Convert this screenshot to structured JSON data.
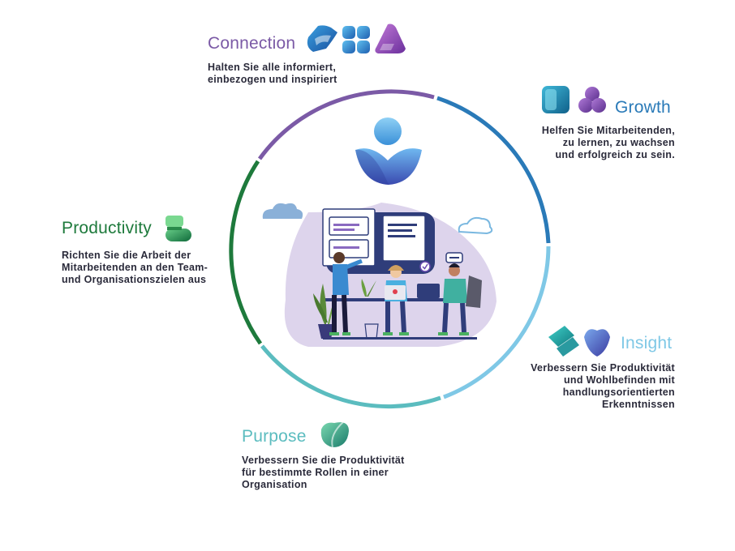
{
  "colors": {
    "connection": "#7b5aa6",
    "growth": "#2a7ab8",
    "insight": "#7fc8e6",
    "purpose": "#5bbcbf",
    "productivity": "#1e7a3c"
  },
  "pillars": {
    "connection": {
      "title": "Connection",
      "description": "Halten Sie alle informiert,\neinbezogen und inspiriert",
      "icons": [
        "viva-engage-icon",
        "viva-connections-icon",
        "viva-amplify-icon"
      ]
    },
    "growth": {
      "title": "Growth",
      "description": "Helfen Sie Mitarbeitenden,\nzu lernen, zu wachsen\nund erfolgreich zu sein.",
      "icons": [
        "viva-learning-icon",
        "viva-topics-icon"
      ]
    },
    "insight": {
      "title": "Insight",
      "description": "Verbessern Sie Produktivität\nund Wohlbefinden mit\nhandlungsorientierten\nErkenntnissen",
      "icons": [
        "viva-insights-icon",
        "viva-pulse-icon"
      ]
    },
    "purpose": {
      "title": "Purpose",
      "description": "Verbessern Sie die Produktivität\nfür bestimmte Rollen in einer\nOrganisation",
      "icons": [
        "viva-sales-icon"
      ]
    },
    "productivity": {
      "title": "Productivity",
      "description": "Richten Sie die Arbeit der\nMitarbeitenden an den Team-\nund Organisationszielen aus",
      "icons": [
        "viva-goals-icon"
      ]
    }
  }
}
